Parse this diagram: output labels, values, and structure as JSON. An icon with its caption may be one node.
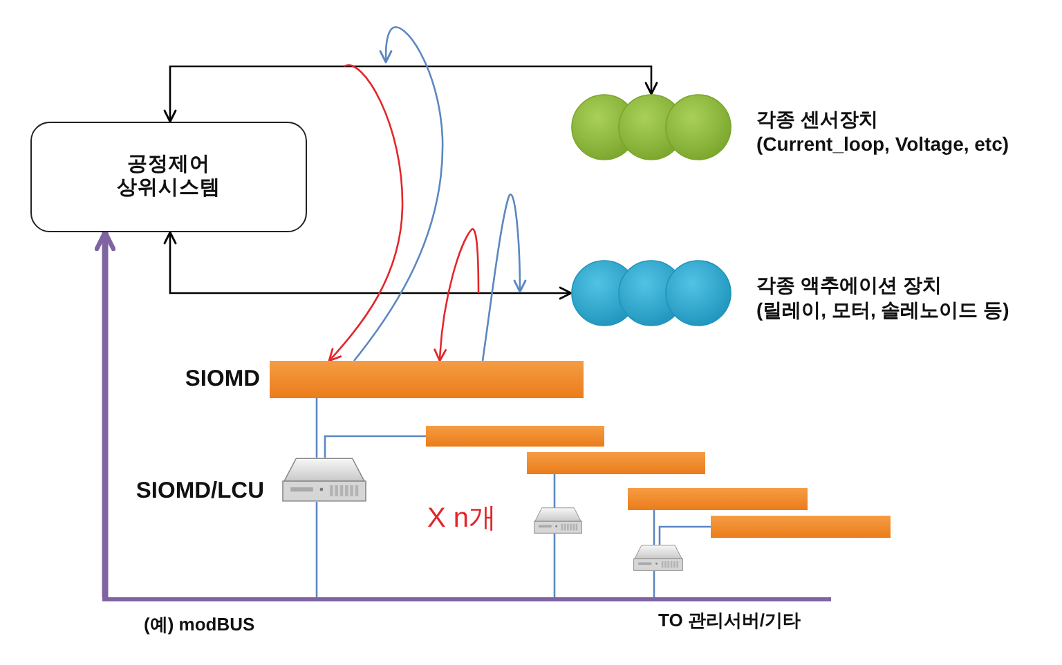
{
  "diagram": {
    "nodes": [
      {
        "text": [
          "공정제어 상위시스템"
        ]
      },
      {
        "text": [],
        "shape": "circle",
        "beside": [
          "각종 센서장치",
          "(Current_loop, Voltage, etc)"
        ]
      },
      {
        "text": [],
        "shape": "circle",
        "beside": [
          "각종 액추에이션 장치",
          "(릴레이, 모터, 솔레노이드 등)"
        ]
      },
      {
        "text": [],
        "shape": "bar",
        "beside": [
          "SIOMD"
        ]
      },
      {
        "text": [],
        "shape": "picture",
        "beside": [
          "SIOMD/LCU"
        ]
      },
      {
        "text": [],
        "shape": "bar"
      },
      {
        "text": [],
        "shape": "bar"
      },
      {
        "text": [],
        "shape": "picture"
      },
      {
        "text": [],
        "shape": "bar"
      },
      {
        "text": [],
        "shape": "bar"
      },
      {
        "text": [],
        "shape": "picture"
      },
      {
        "text": [],
        "shape": "line",
        "beside": [
          "(예) modBUS",
          "TO 관리서버/기타"
        ]
      }
    ],
    "edges": [
      {
        "from": 0,
        "to": 1,
        "arrow": "both",
        "color": "#000000"
      },
      {
        "from": 0,
        "to": 2,
        "arrow": "both",
        "color": "#000000"
      },
      {
        "from": null,
        "to": 3,
        "arrow": "to",
        "color": "#e3262b"
      },
      {
        "from": 3,
        "to": null,
        "arrow": "to"
      },
      {
        "from": null,
        "to": 3,
        "arrow": "to",
        "color": "#e3262b"
      },
      {
        "from": 3,
        "to": null,
        "arrow": "to"
      },
      {
        "from": 3,
        "to": 4,
        "arrow": "none"
      },
      {
        "from": 4,
        "to": 11,
        "arrow": "none"
      },
      {
        "from": 5,
        "to": 4,
        "arrow": "none"
      },
      {
        "from": 6,
        "to": 7,
        "arrow": "none"
      },
      {
        "from": 7,
        "to": 11,
        "arrow": "none"
      },
      {
        "from": 8,
        "to": 10,
        "arrow": "none"
      },
      {
        "from": 10,
        "to": 11,
        "arrow": "none"
      },
      {
        "from": 9,
        "to": 10,
        "arrow": "none"
      },
      {
        "from": 11,
        "to": 0,
        "arrow": "to",
        "style": "thick",
        "color": "#8064a2"
      }
    ],
    "labels": [
      "X n개"
    ]
  }
}
